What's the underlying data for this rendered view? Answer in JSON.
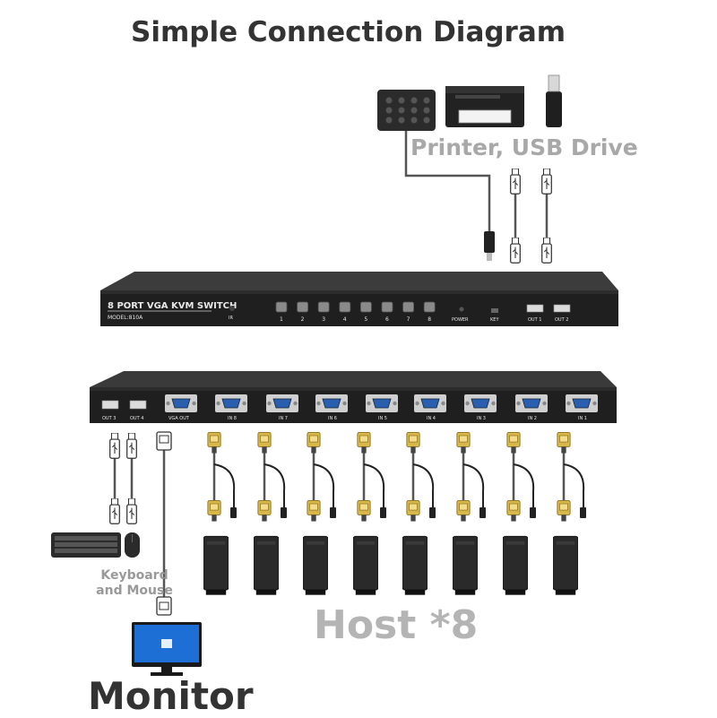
{
  "title": "Simple Connection Diagram",
  "labels": {
    "printer_usb": "Printer, USB Drive",
    "keyboard_mouse_line1": "Keyboard",
    "keyboard_mouse_line2": "and Mouse",
    "host": "Host *8",
    "monitor": "Monitor"
  },
  "front_panel": {
    "title": "8 PORT VGA KVM SWITCH",
    "model": "MODEL:810A",
    "ir": "IR",
    "buttons": [
      "1",
      "2",
      "3",
      "4",
      "5",
      "6",
      "7",
      "8"
    ],
    "power": "POWER",
    "key": "KEY",
    "usb_ports": [
      "OUT 1",
      "OUT 2"
    ]
  },
  "rear_panel": {
    "usb_ports": [
      "OUT 3",
      "OUT 4"
    ],
    "vga_out": "VGA OUT",
    "vga_inputs": [
      "IN 8",
      "IN 7",
      "IN 6",
      "IN 5",
      "IN 4",
      "IN 3",
      "IN 2",
      "IN 1"
    ]
  },
  "colors": {
    "device": "#1f1f1f",
    "cable": "#555555",
    "vga_connector": "#d9b84a",
    "label_gray": "#a8a8a8",
    "title": "#333333"
  }
}
